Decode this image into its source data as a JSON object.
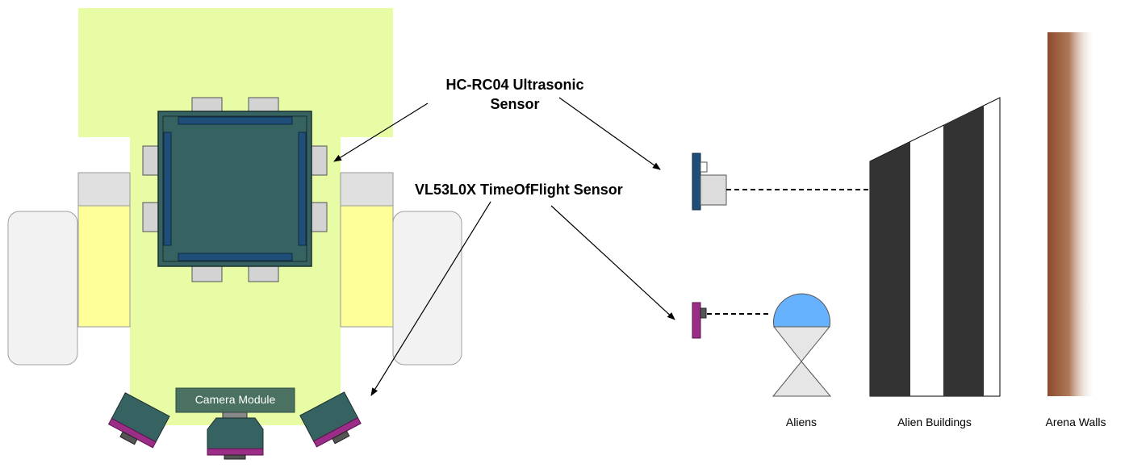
{
  "labels": {
    "ultrasonic": "HC-RC04 Ultrasonic Sensor",
    "tof": "VL53L0X TimeOfFlight Sensor",
    "camera": "Camera Module",
    "aliens": "Aliens",
    "buildings": "Alien Buildings",
    "walls": "Arena Walls"
  },
  "colors": {
    "chassis": "#e8fca6",
    "wheel_mount": "#ffff99",
    "wheel_top": "#e0e0e0",
    "wheel": "#f2f2f2",
    "board": "#366361",
    "board_strip": "#1f4e79",
    "ultrasonic_body": "#1f4e79",
    "ultrasonic_transducer": "#dcdcdc",
    "tof_body": "#9b2d87",
    "camera_module": "#4a7161",
    "alien_head": "#66b2ff",
    "building_dark": "#333333",
    "wall_brown": "#8b4a2b"
  }
}
